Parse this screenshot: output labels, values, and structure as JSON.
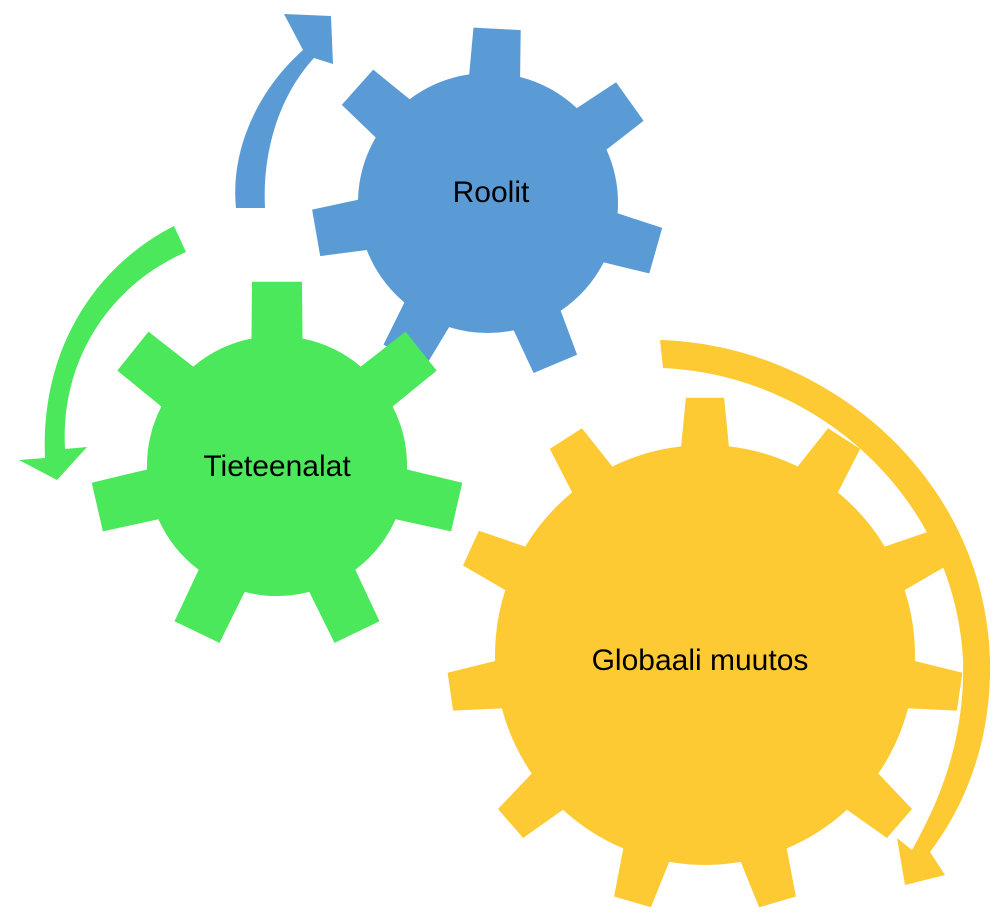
{
  "diagram": {
    "gears": [
      {
        "id": "roles",
        "label": "Roolit",
        "color": "#5b9bd5",
        "teeth": 7
      },
      {
        "id": "disciplines",
        "label": "Tieteenalat",
        "color": "#4ae85a",
        "teeth": 7
      },
      {
        "id": "global-change",
        "label": "Globaali muutos",
        "color": "#fdca34",
        "teeth": 11
      }
    ],
    "arrows": [
      {
        "id": "blue-arrow",
        "color": "#5b9bd5"
      },
      {
        "id": "green-arrow",
        "color": "#4ae85a"
      },
      {
        "id": "yellow-arrow",
        "color": "#fdca34"
      }
    ]
  }
}
